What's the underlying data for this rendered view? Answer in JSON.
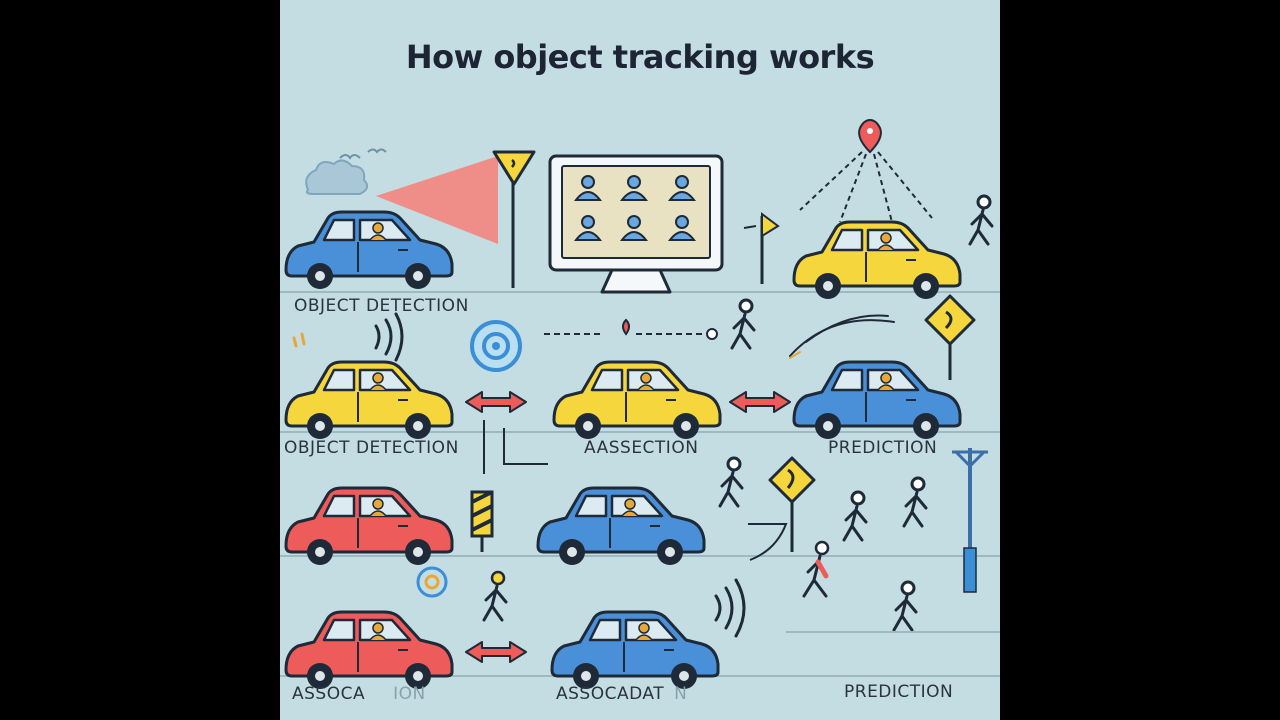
{
  "title": "How object tracking works",
  "labels": {
    "row1_left": "OBJECT DETECTION",
    "row2_left": "OBJECT DETECTION",
    "row2_mid": "AASSECTION",
    "row2_right": "PREDICTION",
    "row4_left": "ASSOCA",
    "row4_left_faded": "ION",
    "row4_mid": "ASSOCADAT",
    "row4_mid_faded": "N",
    "row4_right": "PREDICTION"
  },
  "colors": {
    "background": "#c3dde2",
    "car_blue": "#4a90d9",
    "car_yellow": "#f5d63d",
    "car_red": "#ee5b5b",
    "arrow_red": "#ee5b5b",
    "outline": "#1e2a38",
    "skin": "#e8a838"
  },
  "icons": {
    "camera_beam": "camera-beam-icon",
    "monitor": "monitor-icon",
    "location_pin": "location-pin-icon",
    "pedestrian": "pedestrian-icon",
    "warning_sign": "warning-sign-icon",
    "double_arrow": "double-arrow-icon",
    "target": "target-icon",
    "signal_waves": "signal-waves-icon"
  }
}
